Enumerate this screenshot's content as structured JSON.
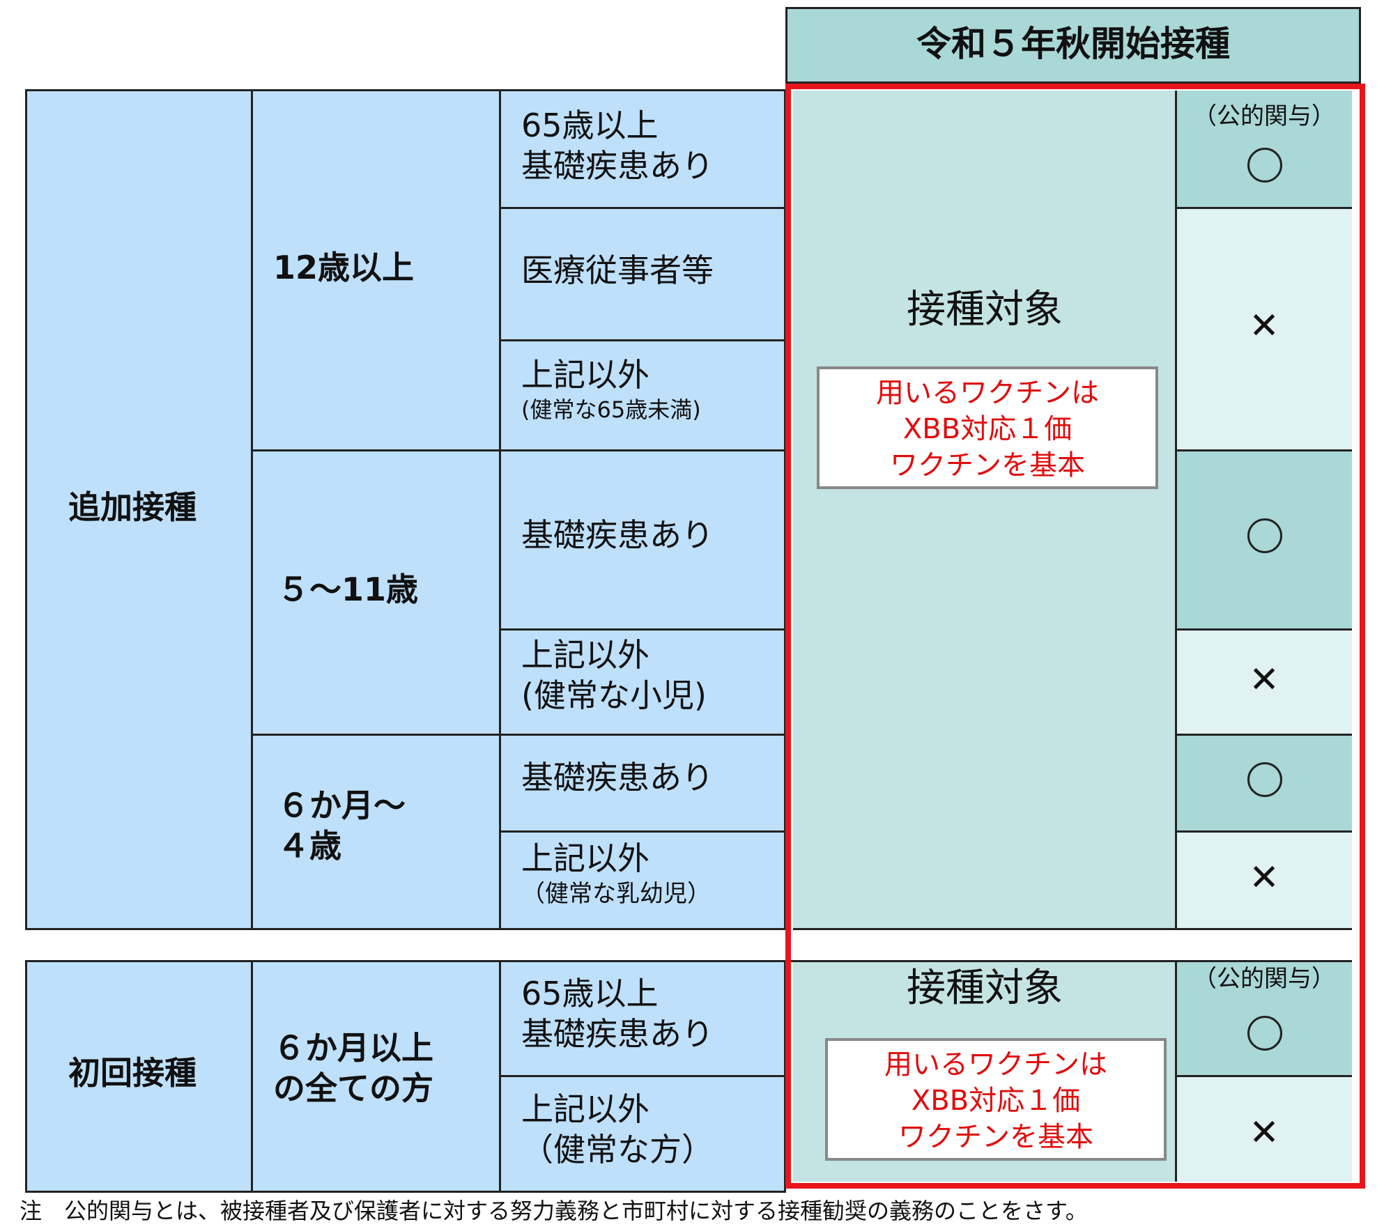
{
  "header": {
    "title": "令和５年秋開始接種"
  },
  "additional": {
    "label": "追加接種",
    "age_groups": [
      {
        "label": "12歳以上"
      },
      {
        "label": "５～11歳"
      },
      {
        "label_line1": "６か月～",
        "label_line2": "４歳"
      }
    ],
    "rows": [
      {
        "line1": "65歳以上",
        "line2": "基礎疾患あり",
        "mark": "○"
      },
      {
        "line1": "医療従事者等",
        "mark": "×"
      },
      {
        "line1": "上記以外",
        "line2": "(健常な65歳未満)",
        "mark": "×"
      },
      {
        "line1": "基礎疾患あり",
        "mark": "○"
      },
      {
        "line1": "上記以外",
        "line2": "(健常な小児)",
        "mark": "×"
      },
      {
        "line1": "基礎疾患あり",
        "mark": "○"
      },
      {
        "line1": "上記以外",
        "line2": "（健常な乳幼児）",
        "mark": "×"
      }
    ],
    "target": "接種対象",
    "vaccine_note": {
      "line1": "用いるワクチンは",
      "line2": "XBB対応１価",
      "line3": "ワクチンを基本"
    },
    "public_involvement": "（公的関与）"
  },
  "initial": {
    "label": "初回接種",
    "age_group": {
      "line1": "６か月以上",
      "line2": "の全ての方"
    },
    "rows": [
      {
        "line1": "65歳以上",
        "line2": "基礎疾患あり",
        "mark": "○"
      },
      {
        "line1": "上記以外",
        "line2": "（健常な方）",
        "mark": "×"
      }
    ],
    "target": "接種対象",
    "vaccine_note": {
      "line1": "用いるワクチンは",
      "line2": "XBB対応１価",
      "line3": "ワクチンを基本"
    },
    "public_involvement": "（公的関与）"
  },
  "footnote": "注　公的関与とは、被接種者及び保護者に対する努力義務と市町村に対する接種勧奨の義務のことをさす。",
  "colors": {
    "blue": "#bee0fb",
    "teal_dark": "#a9d8d6",
    "teal_mid": "#c3e4e2",
    "teal_light": "#e0f2f1",
    "red_frame": "#e8151b",
    "red_text": "#e10c0c"
  }
}
